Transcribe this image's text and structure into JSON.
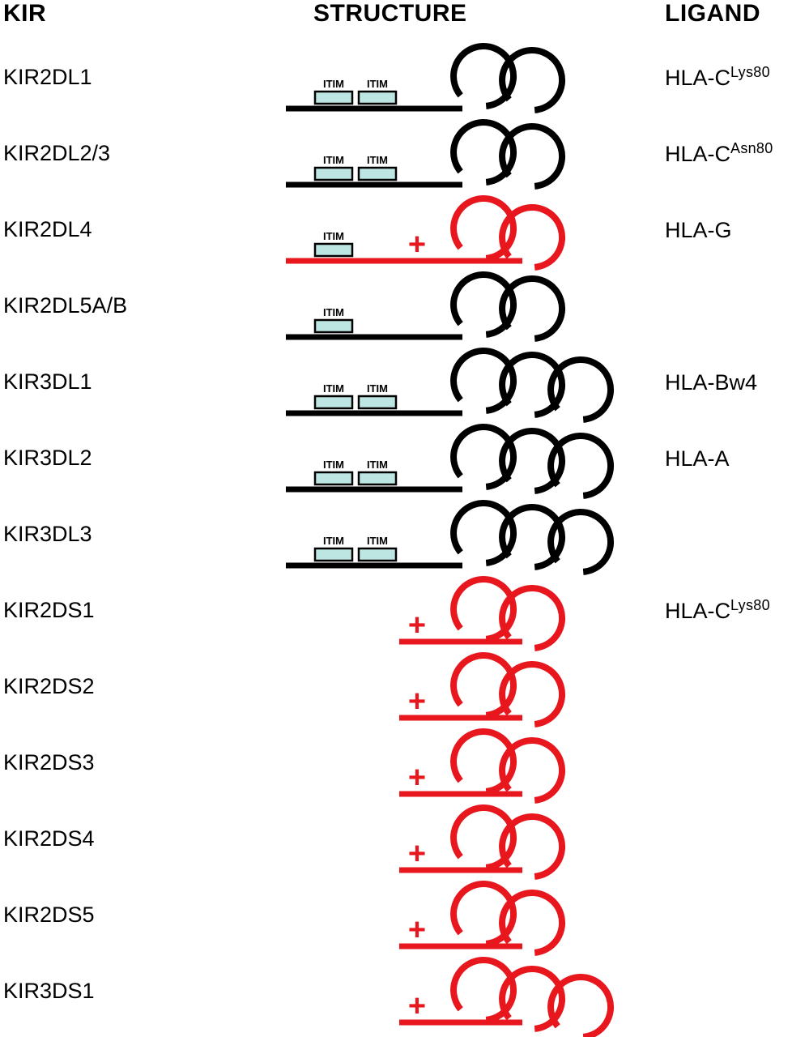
{
  "header": {
    "kir": "KIR",
    "structure": "STRUCTURE",
    "ligand": "LIGAND"
  },
  "labels": {
    "itim": "ITIM",
    "plus": "+"
  },
  "colors": {
    "inhibitory": "#000000",
    "activating": "#e8161d",
    "itim_fill": "#bde6e2",
    "itim_border": "#000000"
  },
  "rows": [
    {
      "kir": "KIR2DL1",
      "domains": 2,
      "itims": 2,
      "color": "inhibitory",
      "tail": "long",
      "plus": false,
      "ligand": {
        "base": "HLA-C",
        "sup": "Lys80"
      }
    },
    {
      "kir": "KIR2DL2/3",
      "domains": 2,
      "itims": 2,
      "color": "inhibitory",
      "tail": "long",
      "plus": false,
      "ligand": {
        "base": "HLA-C",
        "sup": "Asn80"
      }
    },
    {
      "kir": "KIR2DL4",
      "domains": 2,
      "itims": 1,
      "color": "activating",
      "tail": "long",
      "plus": true,
      "ligand": {
        "base": "HLA-G",
        "sup": ""
      }
    },
    {
      "kir": "KIR2DL5A/B",
      "domains": 2,
      "itims": 1,
      "color": "inhibitory",
      "tail": "long",
      "plus": false,
      "ligand": {
        "base": "",
        "sup": ""
      }
    },
    {
      "kir": "KIR3DL1",
      "domains": 3,
      "itims": 2,
      "color": "inhibitory",
      "tail": "long",
      "plus": false,
      "ligand": {
        "base": "HLA-Bw4",
        "sup": ""
      }
    },
    {
      "kir": "KIR3DL2",
      "domains": 3,
      "itims": 2,
      "color": "inhibitory",
      "tail": "long",
      "plus": false,
      "ligand": {
        "base": "HLA-A",
        "sup": ""
      }
    },
    {
      "kir": "KIR3DL3",
      "domains": 3,
      "itims": 2,
      "color": "inhibitory",
      "tail": "long",
      "plus": false,
      "ligand": {
        "base": "",
        "sup": ""
      }
    },
    {
      "kir": "KIR2DS1",
      "domains": 2,
      "itims": 0,
      "color": "activating",
      "tail": "short",
      "plus": true,
      "ligand": {
        "base": "HLA-C",
        "sup": "Lys80"
      }
    },
    {
      "kir": "KIR2DS2",
      "domains": 2,
      "itims": 0,
      "color": "activating",
      "tail": "short",
      "plus": true,
      "ligand": {
        "base": "",
        "sup": ""
      }
    },
    {
      "kir": "KIR2DS3",
      "domains": 2,
      "itims": 0,
      "color": "activating",
      "tail": "short",
      "plus": true,
      "ligand": {
        "base": "",
        "sup": ""
      }
    },
    {
      "kir": "KIR2DS4",
      "domains": 2,
      "itims": 0,
      "color": "activating",
      "tail": "short",
      "plus": true,
      "ligand": {
        "base": "",
        "sup": ""
      }
    },
    {
      "kir": "KIR2DS5",
      "domains": 2,
      "itims": 0,
      "color": "activating",
      "tail": "short",
      "plus": true,
      "ligand": {
        "base": "",
        "sup": ""
      }
    },
    {
      "kir": "KIR3DS1",
      "domains": 3,
      "itims": 0,
      "color": "activating",
      "tail": "short",
      "plus": true,
      "ligand": {
        "base": "",
        "sup": ""
      }
    }
  ]
}
